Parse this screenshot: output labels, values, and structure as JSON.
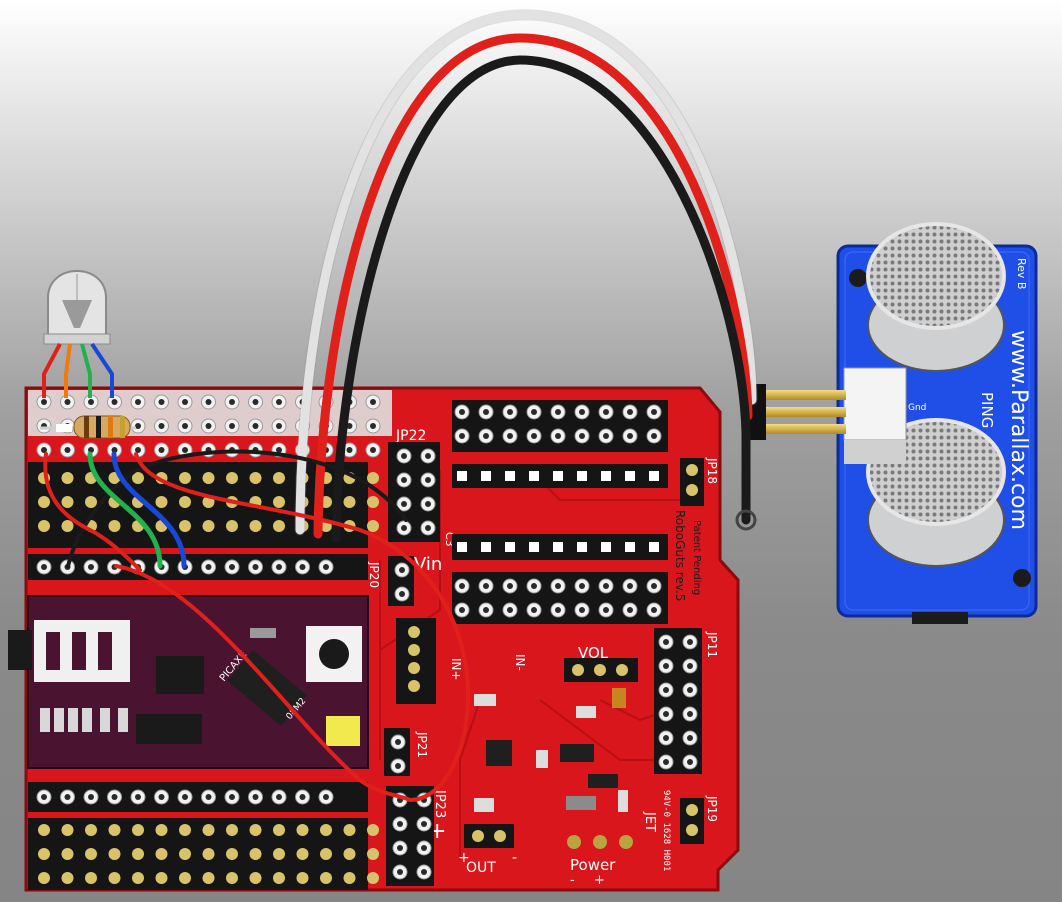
{
  "board": {
    "name": "RoboGuts rev.5",
    "patent": "Patent Pending",
    "vin": "Vin",
    "in_minus": "IN-",
    "in_plus": "IN+",
    "vol": "VOL",
    "out": "OUT",
    "out_plus": "+",
    "out_minus": "-",
    "power": "Power",
    "power_minus": "-",
    "power_plus": "+",
    "plus_mark": "+",
    "brand": "JET",
    "code": "94V-0 1628 H001",
    "jumpers": {
      "jp22": "JP22",
      "jp20": "JP20",
      "jp21": "JP21",
      "jp23": "JP23",
      "jp18": "JP18",
      "jp11": "JP11",
      "jp19": "JP19",
      "c3": "C3"
    }
  },
  "picaxe": {
    "label": "PICAXE",
    "variant": "08M2"
  },
  "sensor": {
    "brand_url": "www.Parallax.com",
    "rev": "Rev B",
    "pin_label": "PING",
    "gnd_label": "Gnd"
  },
  "wire_colors": {
    "signal": "#ffffff",
    "power": "#e0201a",
    "ground": "#1a1a1a",
    "green": "#22b14c",
    "blue": "#1848d8",
    "orange": "#f07a10"
  },
  "icons": [
    "rgb-led-icon",
    "resistor-icon",
    "ultrasonic-sensor-icon",
    "audio-jack-icon"
  ]
}
